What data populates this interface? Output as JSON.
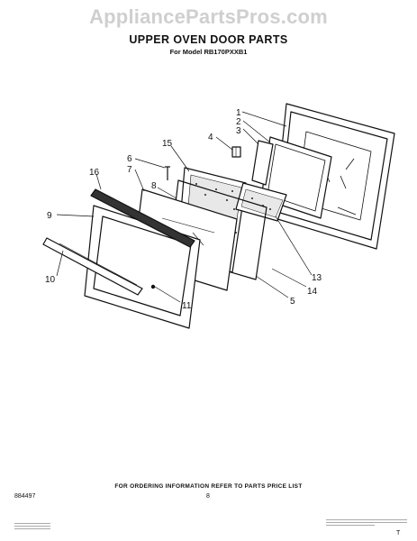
{
  "watermark": "AppliancePartsPros.com",
  "title": "UPPER OVEN DOOR PARTS",
  "subtitle": "For Model RB170PXXB1",
  "callouts": [
    "1",
    "2",
    "3",
    "4",
    "15",
    "6",
    "7",
    "16",
    "8",
    "9",
    "13",
    "14",
    "5",
    "10",
    "11"
  ],
  "footer": {
    "ordering_info": "FOR ORDERING INFORMATION REFER TO PARTS PRICE LIST",
    "doc_number": "884497",
    "page_number": "8",
    "corner_mark": "T"
  }
}
